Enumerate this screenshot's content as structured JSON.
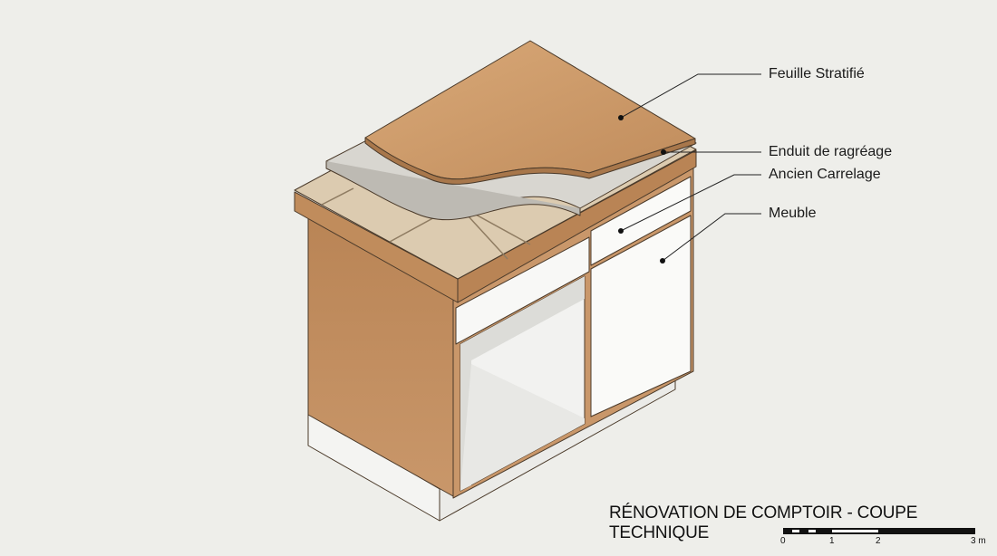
{
  "title": "RÉNOVATION DE COMPTOIR - COUPE TECHNIQUE",
  "labels": [
    {
      "text": "Feuille Stratifié"
    },
    {
      "text": "Enduit de ragréage"
    },
    {
      "text": "Ancien Carrelage"
    },
    {
      "text": "Meuble"
    }
  ],
  "scale_bar": {
    "ticks": [
      "0",
      "1",
      "2",
      "3 m"
    ]
  },
  "colors": {
    "background": "#eeeeea",
    "wood": "#c9976a",
    "tile": "#dccbb0",
    "render": "#d8d6d0",
    "cabinet_white": "#f7f7f5"
  }
}
